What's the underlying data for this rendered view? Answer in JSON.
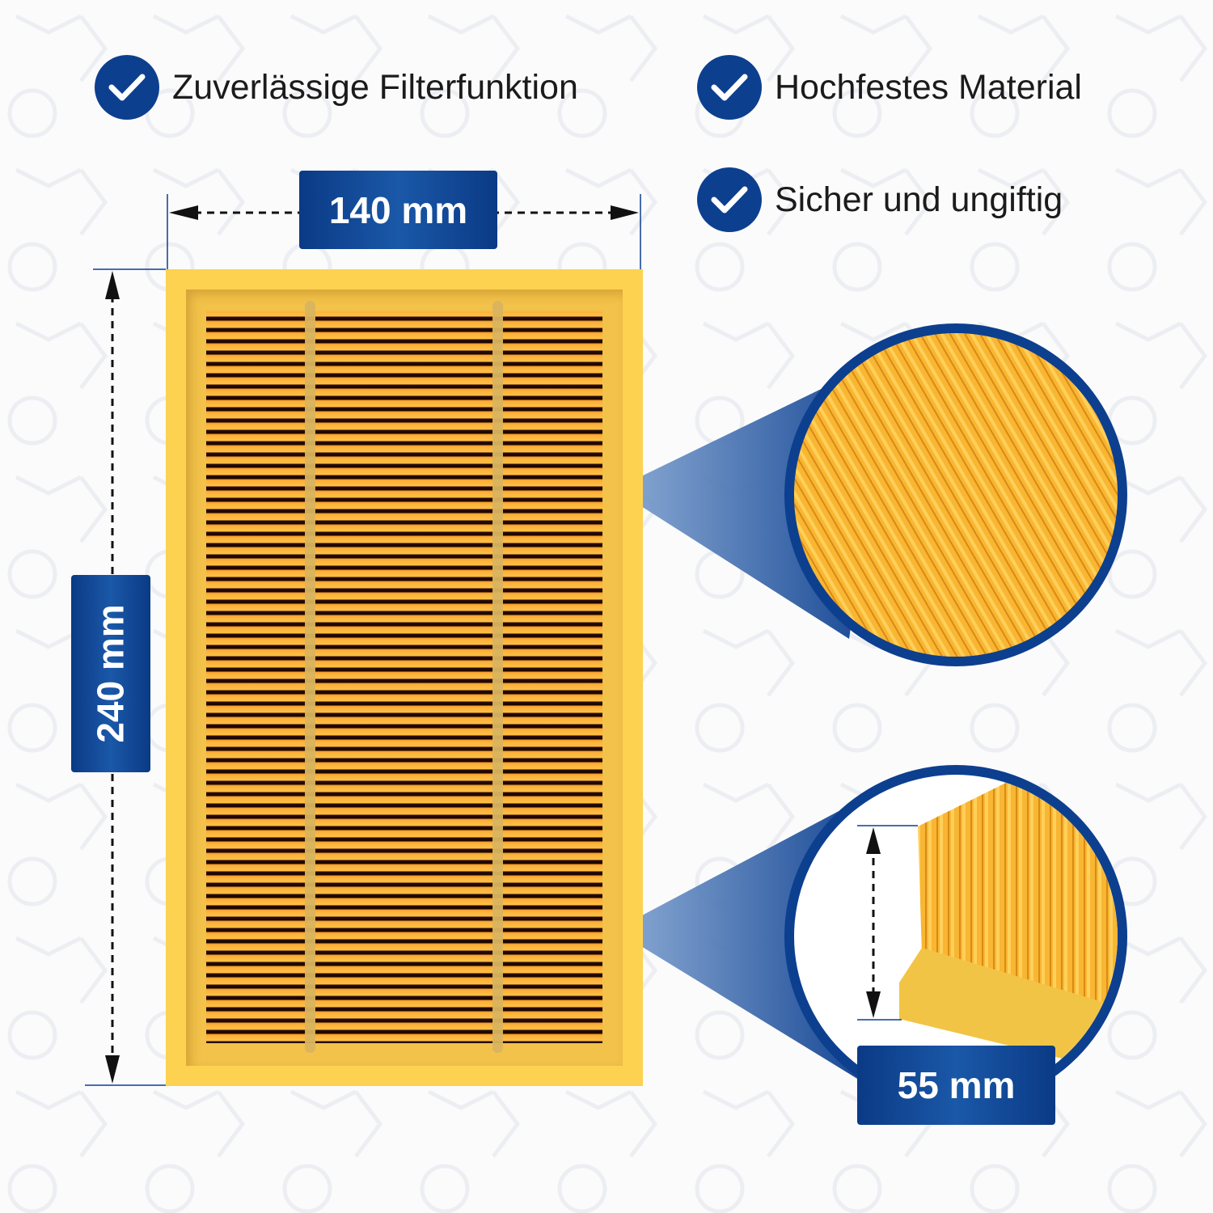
{
  "features": [
    {
      "label": "Zuverlässige Filterfunktion",
      "icon": "check-icon"
    },
    {
      "label": "Hochfestes Material",
      "icon": "check-icon"
    },
    {
      "label": "Sicher und ungiftig",
      "icon": "check-icon"
    }
  ],
  "dimensions": {
    "width": "140 mm",
    "height": "240 mm",
    "depth": "55 mm"
  },
  "colors": {
    "brand_blue": "#0d3f8f",
    "filter_yellow": "#fdd250"
  }
}
